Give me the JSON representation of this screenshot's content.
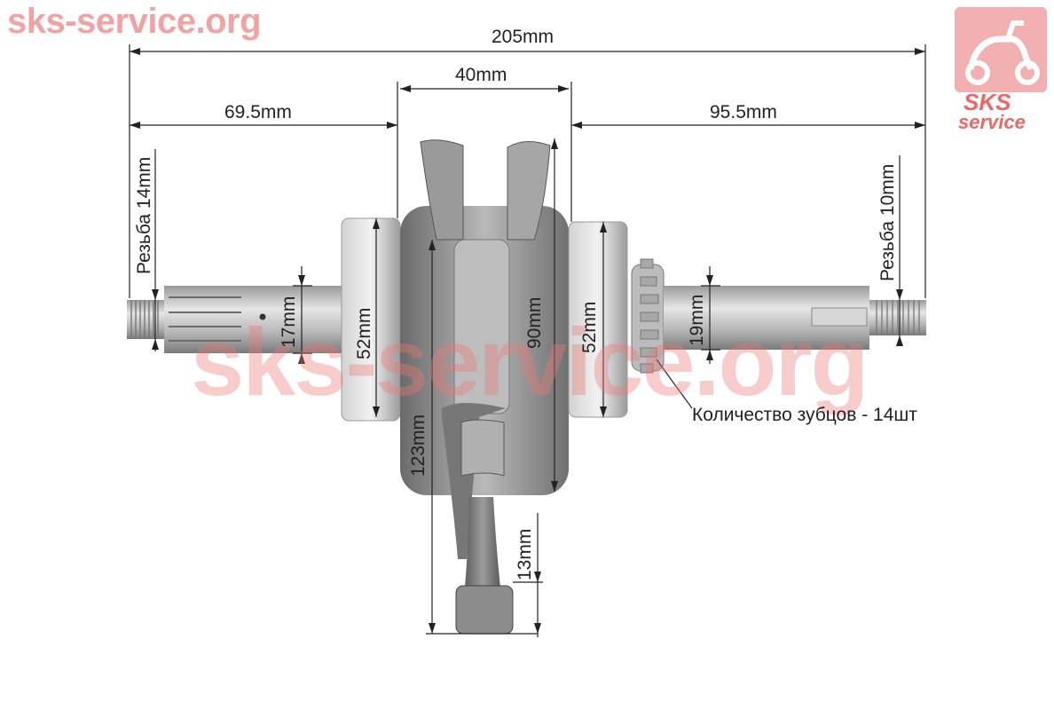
{
  "watermark": {
    "top_text": "sks-service.org",
    "center_text": "sks-service.org"
  },
  "logo": {
    "line1": "SKS",
    "line2": "service",
    "icon": "scooter-icon",
    "color": "#e66666"
  },
  "dimensions": {
    "overall_length": "205mm",
    "web_width": "40mm",
    "left_shaft": "69.5mm",
    "right_shaft": "95.5mm",
    "left_thread": "Резьба 14mm",
    "right_thread": "Резьба 10mm",
    "left_shaft_dia": "17mm",
    "left_bearing_dia": "52mm",
    "web_dia": "90mm",
    "right_bearing_dia": "52mm",
    "right_shaft_dia": "19mm",
    "rod_length": "123mm",
    "small_end": "13mm"
  },
  "annotation": {
    "teeth": "Количество зубцов - 14шт"
  },
  "colors": {
    "metal_light": "#d8d8d8",
    "metal_mid": "#a9a9a9",
    "metal_dark": "#5a5a5a",
    "dim_line": "#222222",
    "watermark": "#f1a3a3"
  }
}
